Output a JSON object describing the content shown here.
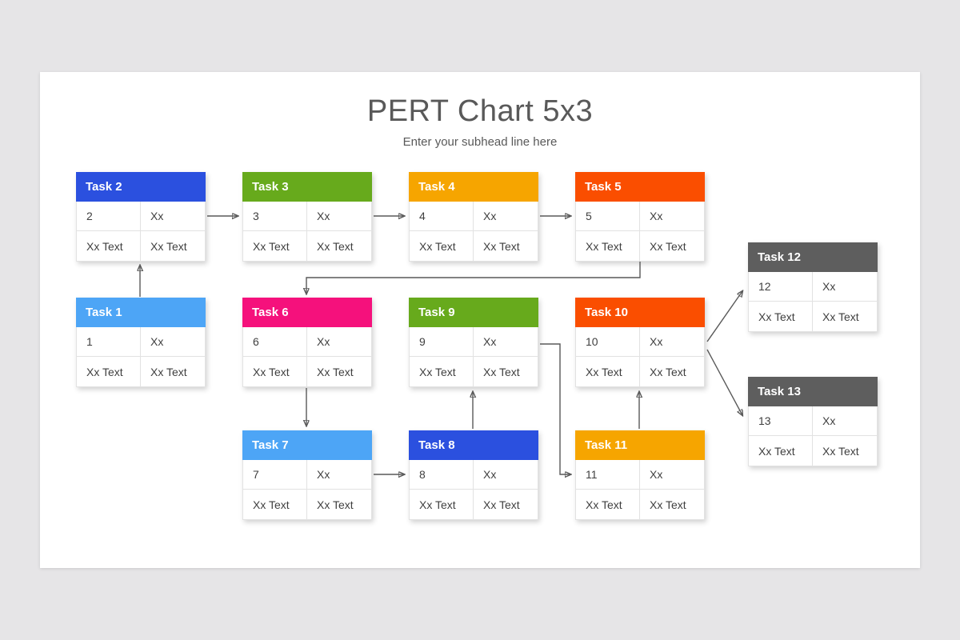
{
  "page": {
    "title": "PERT Chart 5x3",
    "subtitle": "Enter your subhead line here",
    "background_color": "#e6e5e7",
    "slide_color": "#ffffff",
    "arrow_color": "#595959"
  },
  "tasks": [
    {
      "label": "Task 1",
      "number": "1",
      "xx": "Xx",
      "text_left": "Xx Text",
      "text_right": "Xx Text",
      "color": "#4da5f6"
    },
    {
      "label": "Task 2",
      "number": "2",
      "xx": "Xx",
      "text_left": "Xx Text",
      "text_right": "Xx Text",
      "color": "#2b50df"
    },
    {
      "label": "Task 3",
      "number": "3",
      "xx": "Xx",
      "text_left": "Xx Text",
      "text_right": "Xx Text",
      "color": "#67aa1c"
    },
    {
      "label": "Task 4",
      "number": "4",
      "xx": "Xx",
      "text_left": "Xx Text",
      "text_right": "Xx Text",
      "color": "#f6a500"
    },
    {
      "label": "Task 5",
      "number": "5",
      "xx": "Xx",
      "text_left": "Xx Text",
      "text_right": "Xx Text",
      "color": "#fa4e00"
    },
    {
      "label": "Task 6",
      "number": "6",
      "xx": "Xx",
      "text_left": "Xx Text",
      "text_right": "Xx Text",
      "color": "#f5117c"
    },
    {
      "label": "Task 7",
      "number": "7",
      "xx": "Xx",
      "text_left": "Xx Text",
      "text_right": "Xx Text",
      "color": "#4da5f6"
    },
    {
      "label": "Task 8",
      "number": "8",
      "xx": "Xx",
      "text_left": "Xx Text",
      "text_right": "Xx Text",
      "color": "#2b50df"
    },
    {
      "label": "Task 9",
      "number": "9",
      "xx": "Xx",
      "text_left": "Xx Text",
      "text_right": "Xx Text",
      "color": "#67aa1c"
    },
    {
      "label": "Task 10",
      "number": "10",
      "xx": "Xx",
      "text_left": "Xx Text",
      "text_right": "Xx Text",
      "color": "#fa4e00"
    },
    {
      "label": "Task 11",
      "number": "11",
      "xx": "Xx",
      "text_left": "Xx Text",
      "text_right": "Xx Text",
      "color": "#f6a500"
    },
    {
      "label": "Task 12",
      "number": "12",
      "xx": "Xx",
      "text_left": "Xx Text",
      "text_right": "Xx Text",
      "color": "#5e5e5e"
    },
    {
      "label": "Task 13",
      "number": "13",
      "xx": "Xx",
      "text_left": "Xx Text",
      "text_right": "Xx Text",
      "color": "#5e5e5e"
    }
  ],
  "connectors": [
    {
      "from": "Task 1",
      "to": "Task 2"
    },
    {
      "from": "Task 2",
      "to": "Task 3"
    },
    {
      "from": "Task 3",
      "to": "Task 4"
    },
    {
      "from": "Task 4",
      "to": "Task 5"
    },
    {
      "from": "Task 5",
      "to": "Task 6"
    },
    {
      "from": "Task 6",
      "to": "Task 7"
    },
    {
      "from": "Task 7",
      "to": "Task 8"
    },
    {
      "from": "Task 8",
      "to": "Task 9"
    },
    {
      "from": "Task 9",
      "to": "Task 11"
    },
    {
      "from": "Task 11",
      "to": "Task 10"
    },
    {
      "from": "Task 10",
      "to": "Task 12"
    },
    {
      "from": "Task 10",
      "to": "Task 13"
    }
  ]
}
